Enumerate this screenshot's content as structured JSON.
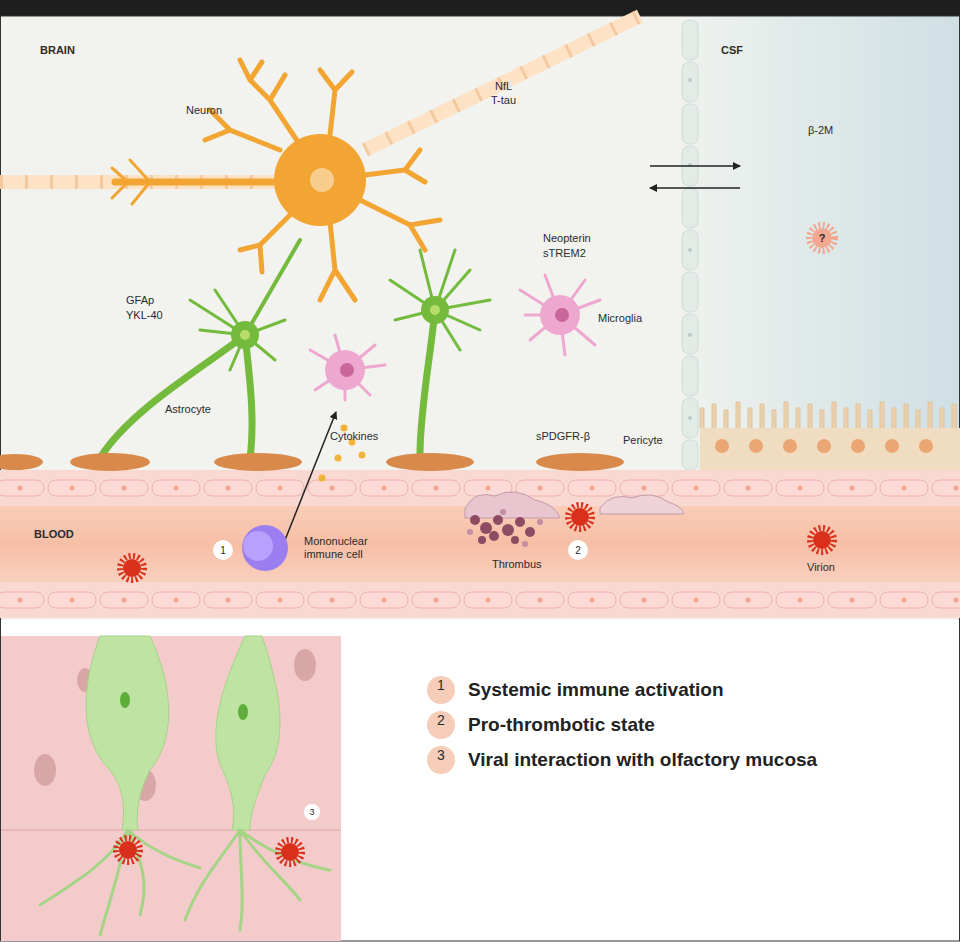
{
  "diagram": {
    "labels": [
      "BRAIN",
      "CSF",
      "Neuron",
      "NfL",
      "T-tau",
      "β-2M",
      "?",
      "Neopterin",
      "sTREM2",
      "Microglia",
      "GFAp",
      "YKL-40",
      "Astrocyte",
      "Cytokines",
      "sPDGFR-β",
      "Pericyte",
      "BLOOD",
      "1",
      "Mononuclear immune cell",
      "2",
      "Thrombus",
      "Virion",
      "3",
      "1",
      "2",
      "3"
    ],
    "legend": [
      {
        "text": "Systemic immune activation"
      },
      {
        "text": "Pro-thrombotic state"
      },
      {
        "text": "Viral interaction with olfactory mucosa"
      }
    ]
  }
}
